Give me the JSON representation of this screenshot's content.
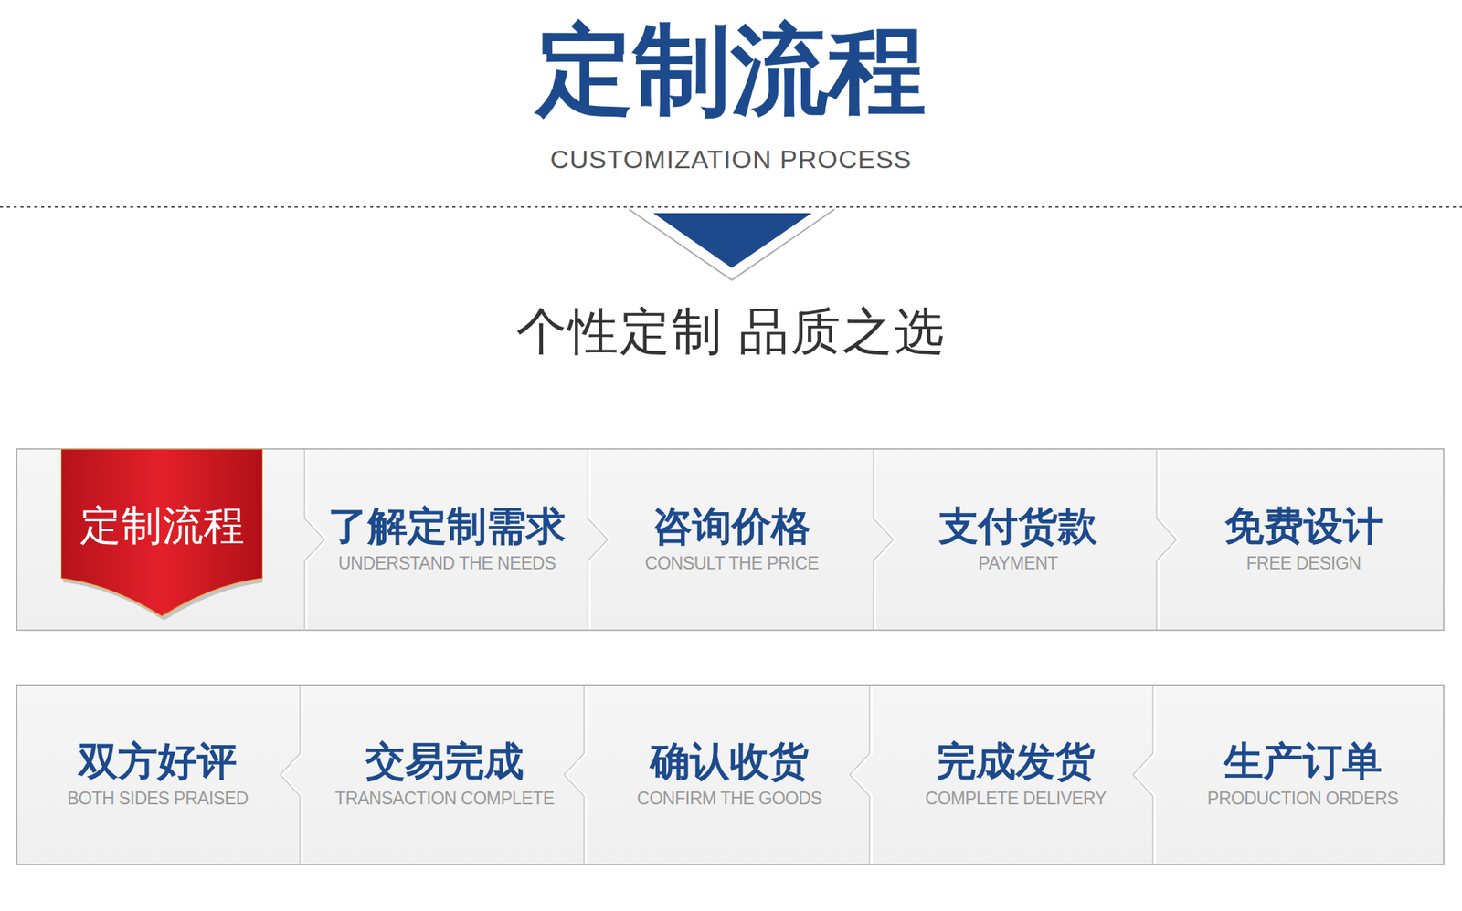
{
  "diagram": {
    "title": "定制流程",
    "nodes": [
      {
        "text": [
          "定制流程"
        ]
      },
      {
        "text": [
          "了解定制需求",
          "UNDERSTAND THE NEEDS"
        ]
      },
      {
        "text": [
          "咨询价格",
          "CONSULT THE PRICE"
        ]
      },
      {
        "text": [
          "支付货款",
          "PAYMENT"
        ]
      },
      {
        "text": [
          "免费设计",
          "FREE DESIGN"
        ]
      },
      {
        "text": [
          "生产订单",
          "PRODUCTION ORDERS"
        ]
      },
      {
        "text": [
          "完成发货",
          "COMPLETE DELIVERY"
        ]
      },
      {
        "text": [
          "确认收货",
          "CONFIRM THE GOODS"
        ]
      },
      {
        "text": [
          "交易完成",
          "TRANSACTION COMPLETE"
        ]
      },
      {
        "text": [
          "双方好评",
          "BOTH SIDES PRAISED"
        ]
      }
    ],
    "labels": [
      "CUSTOMIZATION PROCESS",
      "个性定制 品质之选"
    ]
  }
}
